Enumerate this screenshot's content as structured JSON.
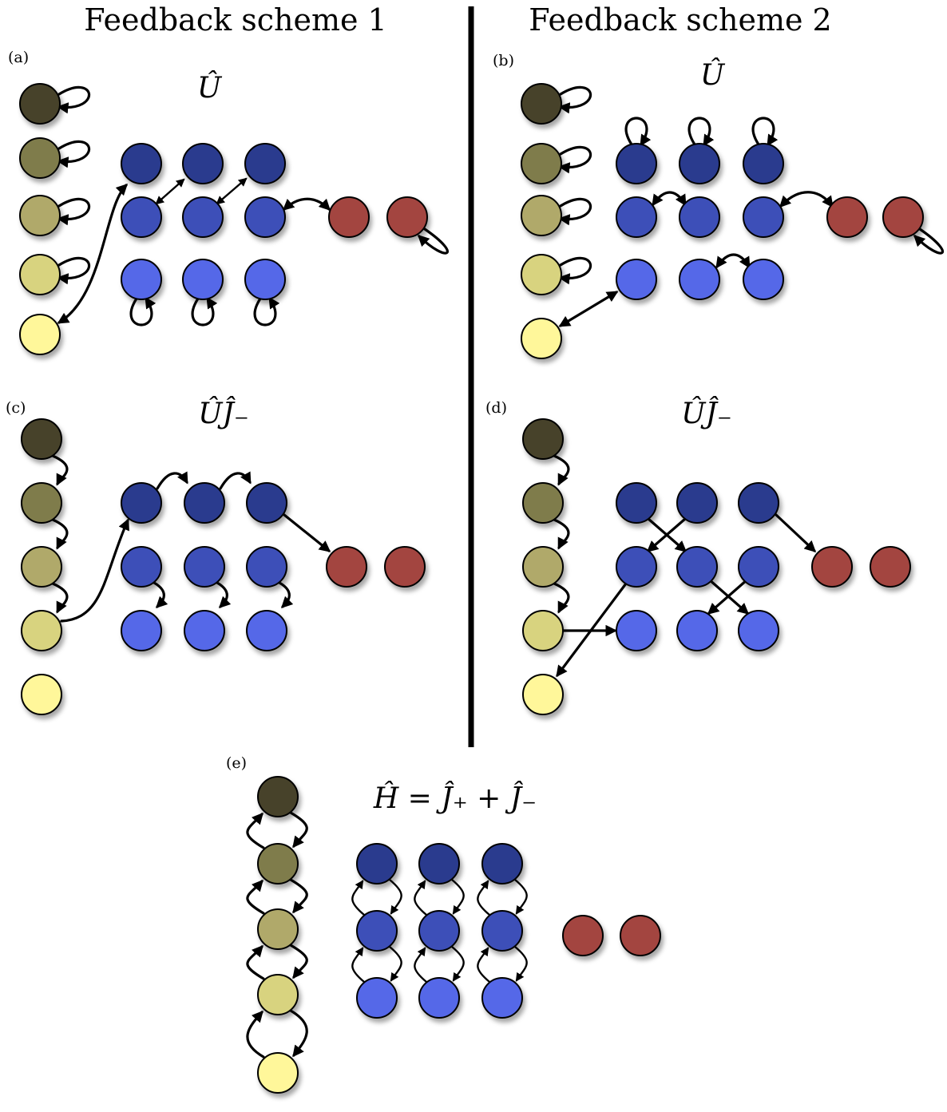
{
  "headings": {
    "left": "Feedback scheme 1",
    "right": "Feedback scheme 2"
  },
  "panels": {
    "a": {
      "label": "(a)",
      "formula": "Û"
    },
    "b": {
      "label": "(b)",
      "formula": "Û"
    },
    "c": {
      "label": "(c)",
      "formula": "ÛĴ₋"
    },
    "d": {
      "label": "(d)",
      "formula": "ÛĴ₋"
    },
    "e": {
      "label": "(e)",
      "formula": "Ĥ = Ĵ₊ + Ĵ₋"
    }
  },
  "colors": {
    "olive_0": "#47432a",
    "olive_1": "#7f7b4c",
    "olive_2": "#b0a96a",
    "olive_3": "#d8d37f",
    "olive_4": "#fff79a",
    "blue_dark": "#2b3a8e",
    "blue_mid": "#3c4fb8",
    "blue_light": "#5468e8",
    "red": "#a34440"
  }
}
